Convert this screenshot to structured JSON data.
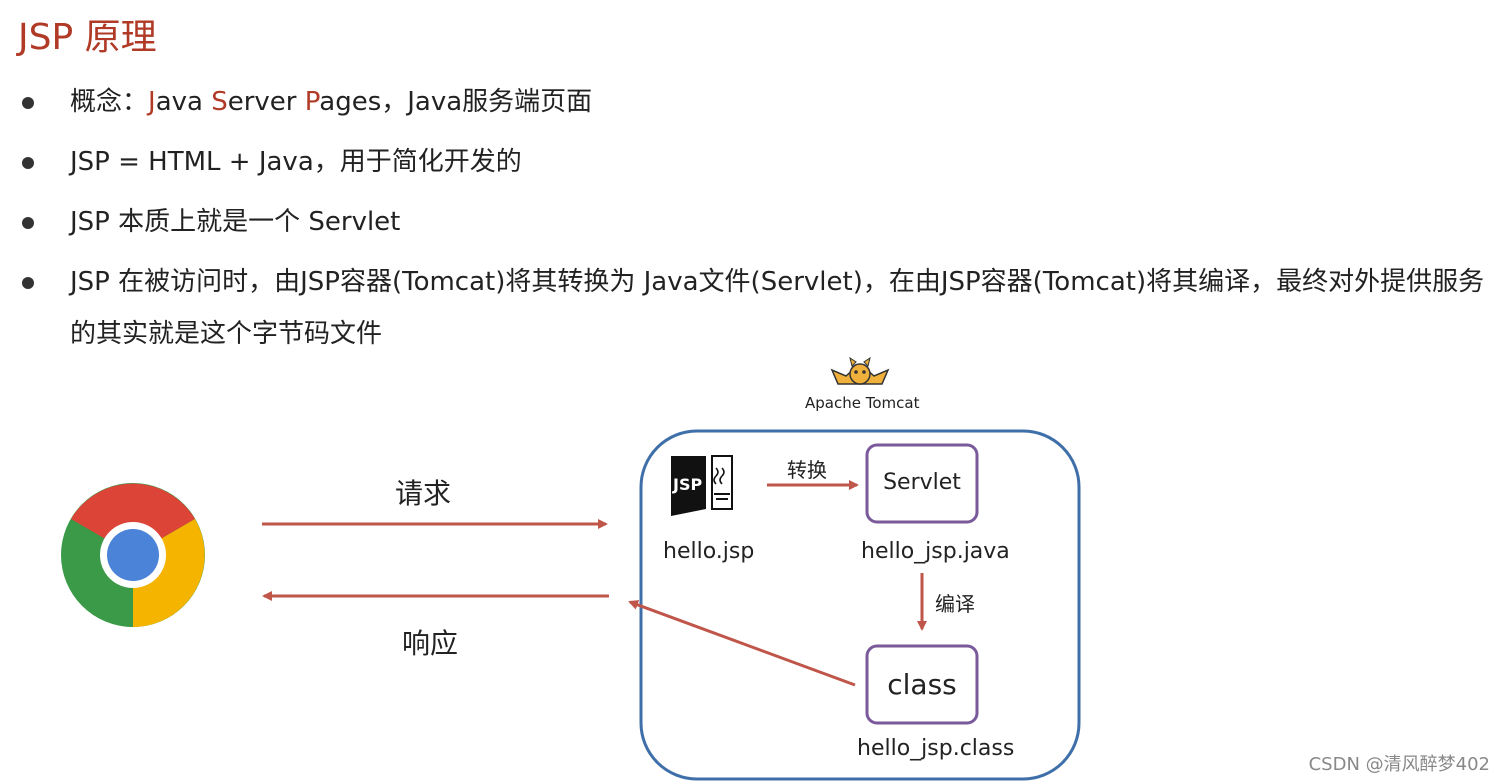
{
  "title": "JSP 原理",
  "bullets": {
    "b1": {
      "prefix": "概念：",
      "j": "J",
      "ava": "ava ",
      "s": "S",
      "erver": "erver ",
      "p": "P",
      "ages": "ages，Java服务端页面"
    },
    "b2": "JSP = HTML + Java，用于简化开发的",
    "b3": "JSP 本质上就是一个 Servlet",
    "b4": "JSP 在被访问时，由JSP容器(Tomcat)将其转换为 Java文件(Servlet)，在由JSP容器(Tomcat)将其编译，最终对外提供服务的其实就是这个字节码文件"
  },
  "diagram": {
    "request_label": "请求",
    "response_label": "响应",
    "tomcat_label": "Apache Tomcat",
    "jsp_icon_text": "JSP",
    "jsp_file": "hello.jsp",
    "convert_label": "转换",
    "servlet_box": "Servlet",
    "servlet_file": "hello_jsp.java",
    "compile_label": "编译",
    "class_box": "class",
    "class_file": "hello_jsp.class"
  },
  "watermark": "CSDN @清风醉梦402",
  "colors": {
    "accent_red": "#b03a26",
    "arrow": "#c0554a",
    "container_border": "#3f6fa8",
    "box_border": "#7a5a9a"
  }
}
